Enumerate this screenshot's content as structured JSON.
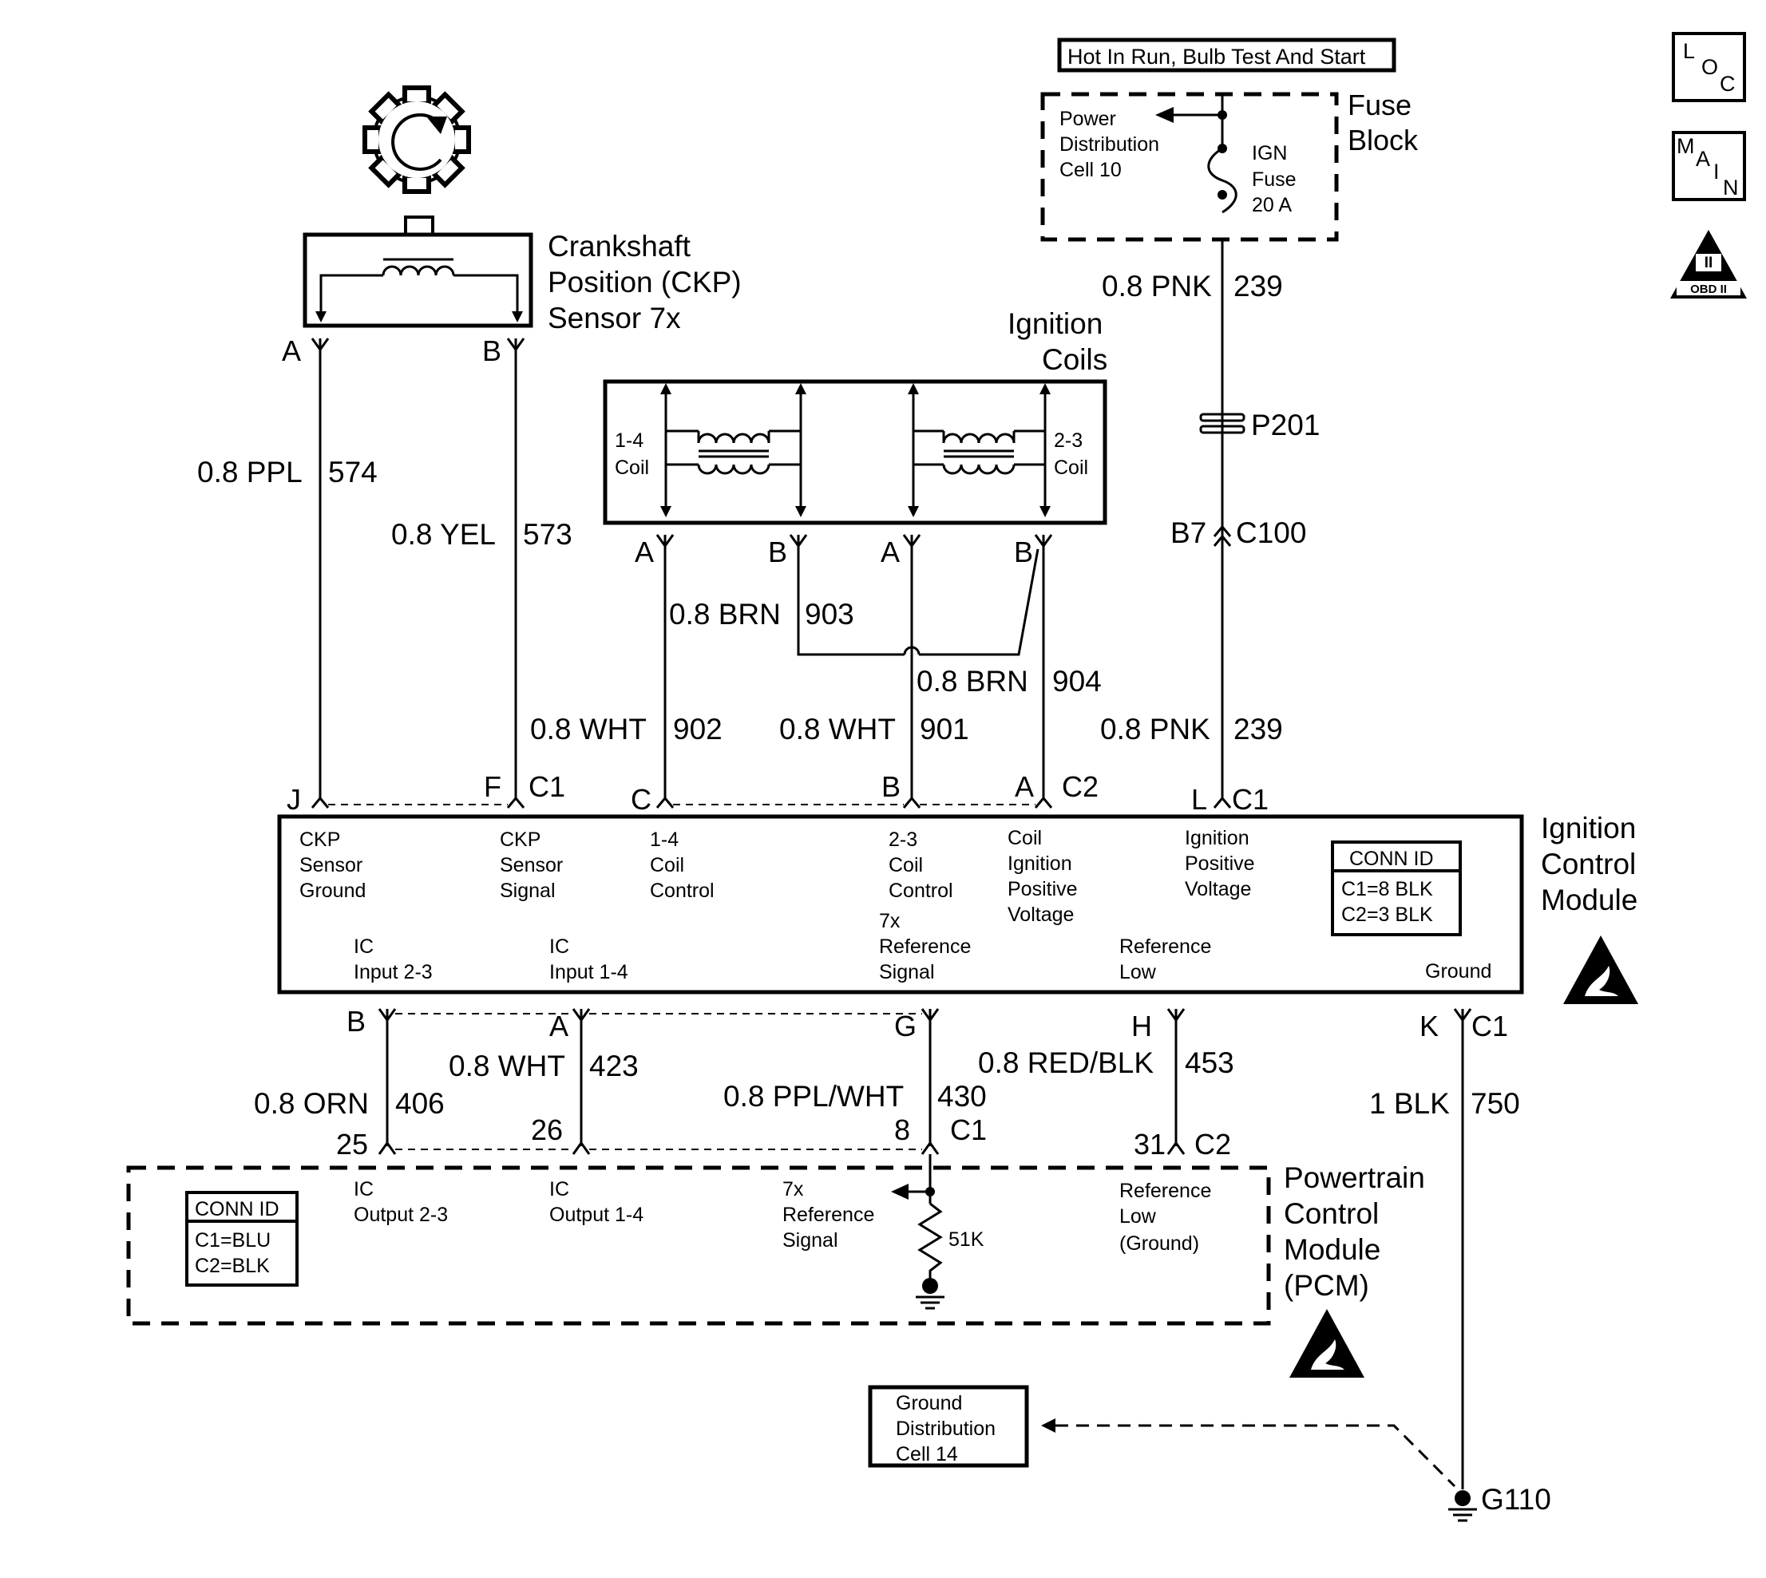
{
  "header": {
    "hot_label": "Hot In Run, Bulb Test And Start"
  },
  "nav_icons": {
    "loc": [
      "L",
      "O",
      "C"
    ],
    "main": [
      "M",
      "A",
      "I",
      "N"
    ],
    "obd": {
      "top": "II",
      "bottom": "OBD II"
    }
  },
  "fuse_block": {
    "title": [
      "Fuse",
      "Block"
    ],
    "power_dist": [
      "Power",
      "Distribution",
      "Cell 10"
    ],
    "fuse": [
      "IGN",
      "Fuse",
      "20 A"
    ]
  },
  "ckp_sensor": {
    "title": [
      "Crankshaft",
      "Position (CKP)",
      "Sensor 7x"
    ],
    "pin_a": "A",
    "pin_b": "B"
  },
  "ignition_coils": {
    "title": [
      "Ignition",
      "Coils"
    ],
    "coil_14": [
      "1-4",
      "Coil"
    ],
    "coil_23": [
      "2-3",
      "Coil"
    ],
    "pins": [
      "A",
      "B",
      "A",
      "B"
    ]
  },
  "wires": {
    "w574": {
      "color": "0.8 PPL",
      "circuit": "574"
    },
    "w573": {
      "color": "0.8 YEL",
      "circuit": "573"
    },
    "w903": {
      "color": "0.8 BRN",
      "circuit": "903"
    },
    "w904": {
      "color": "0.8 BRN",
      "circuit": "904"
    },
    "w902": {
      "color": "0.8 WHT",
      "circuit": "902"
    },
    "w901": {
      "color": "0.8 WHT",
      "circuit": "901"
    },
    "w239_top": {
      "color": "0.8 PNK",
      "circuit": "239"
    },
    "w239_bot": {
      "color": "0.8 PNK",
      "circuit": "239"
    },
    "w406": {
      "color": "0.8 ORN",
      "circuit": "406"
    },
    "w423": {
      "color": "0.8 WHT",
      "circuit": "423"
    },
    "w430": {
      "color": "0.8 PPL/WHT",
      "circuit": "430"
    },
    "w453": {
      "color": "0.8 RED/BLK",
      "circuit": "453"
    },
    "w750": {
      "color": "1 BLK",
      "circuit": "750"
    }
  },
  "splice": {
    "p201": "P201",
    "b7": "B7",
    "c100": "C100"
  },
  "icm": {
    "title": [
      "Ignition",
      "Control",
      "Module"
    ],
    "top_pins": {
      "j": "J",
      "f": "F",
      "c1": "C1",
      "c": "C",
      "b": "B",
      "a": "A",
      "c2": "C2",
      "l": "L",
      "lc1": "C1"
    },
    "labels": {
      "ckp_ground": [
        "CKP",
        "Sensor",
        "Ground"
      ],
      "ckp_signal": [
        "CKP",
        "Sensor",
        "Signal"
      ],
      "coil14": [
        "1-4",
        "Coil",
        "Control"
      ],
      "coil23": [
        "2-3",
        "Coil",
        "Control"
      ],
      "coil_ign": [
        "Coil",
        "Ignition",
        "Positive",
        "Voltage"
      ],
      "ign_pos": [
        "Ignition",
        "Positive",
        "Voltage"
      ],
      "ic23": [
        "IC",
        "Input 2-3"
      ],
      "ic14": [
        "IC",
        "Input 1-4"
      ],
      "ref7x": [
        "7x",
        "Reference",
        "Signal"
      ],
      "ref_low": [
        "Reference",
        "Low"
      ],
      "ground": "Ground"
    },
    "conn_id": {
      "title": "CONN ID",
      "c1": "C1=8 BLK",
      "c2": "C2=3 BLK"
    },
    "bottom_pins": {
      "b": "B",
      "a": "A",
      "g": "G",
      "h": "H",
      "k": "K",
      "c1": "C1"
    }
  },
  "pcm": {
    "title": [
      "Powertrain",
      "Control",
      "Module",
      "(PCM)"
    ],
    "conn_id": {
      "title": "CONN ID",
      "c1": "C1=BLU",
      "c2": "C2=BLK"
    },
    "labels": {
      "out23": [
        "IC",
        "Output 2-3"
      ],
      "out14": [
        "IC",
        "Output 1-4"
      ],
      "ref7x": [
        "7x",
        "Reference",
        "Signal"
      ],
      "ref_low": [
        "Reference",
        "Low",
        "(Ground)"
      ],
      "resistor": "51K"
    },
    "pins": {
      "p25": "25",
      "p26": "26",
      "p8": "8",
      "c1": "C1",
      "p31": "31",
      "c2": "C2"
    }
  },
  "ground": {
    "dist": [
      "Ground",
      "Distribution",
      "Cell 14"
    ],
    "g110": "G110"
  }
}
